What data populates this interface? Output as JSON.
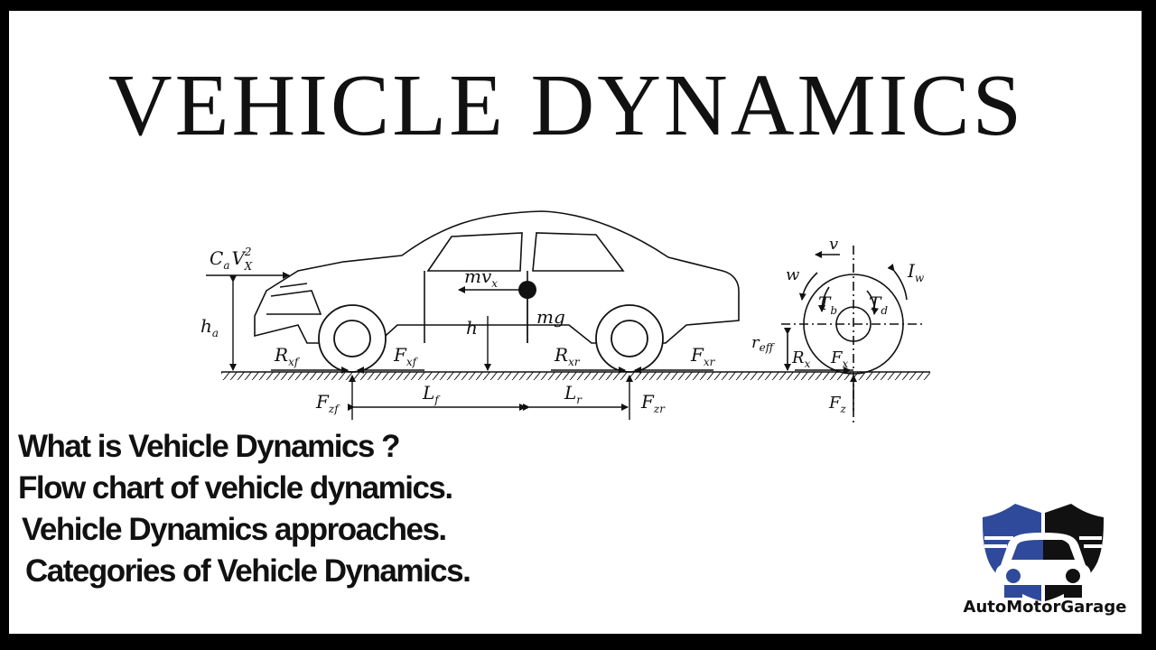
{
  "title": "VEHICLE DYNAMICS",
  "diagram": {
    "aero_force": {
      "main": "C",
      "sub_a": "a",
      "v": "V",
      "sup": "2",
      "sub_x": "X"
    },
    "h_a": {
      "main": "h",
      "sub": "a"
    },
    "h": "h",
    "mv_x": {
      "main": "mv",
      "sub": "x"
    },
    "mg": "mg",
    "R_xf": {
      "main": "R",
      "sub": "xf"
    },
    "F_xf": {
      "main": "F",
      "sub": "xf"
    },
    "R_xr": {
      "main": "R",
      "sub": "xr"
    },
    "F_xr": {
      "main": "F",
      "sub": "xr"
    },
    "F_zf": {
      "main": "F",
      "sub": "zf"
    },
    "F_zr": {
      "main": "F",
      "sub": "zr"
    },
    "L_f": {
      "main": "L",
      "sub": "f"
    },
    "L_r": {
      "main": "L",
      "sub": "r"
    },
    "v": "v",
    "w": "w",
    "I_w": {
      "main": "I",
      "sub": "w"
    },
    "T_b": {
      "main": "T",
      "sub": "b"
    },
    "T_d": {
      "main": "T",
      "sub": "d"
    },
    "r_eff": {
      "main": "r",
      "sub": "eff"
    },
    "R_x": {
      "main": "R",
      "sub": "x"
    },
    "F_x": {
      "main": "F",
      "sub": "x"
    },
    "F_z": {
      "main": "F",
      "sub": "z"
    }
  },
  "bullets": [
    "What is Vehicle Dynamics ?",
    "Flow chart of vehicle dynamics.",
    "Vehicle Dynamics approaches.",
    "Categories of Vehicle Dynamics."
  ],
  "logo": {
    "brand": "AutoMotorGarage",
    "icon": "car-shield-icon",
    "colors": {
      "blue": "#2f4a9a",
      "black": "#111111"
    }
  }
}
